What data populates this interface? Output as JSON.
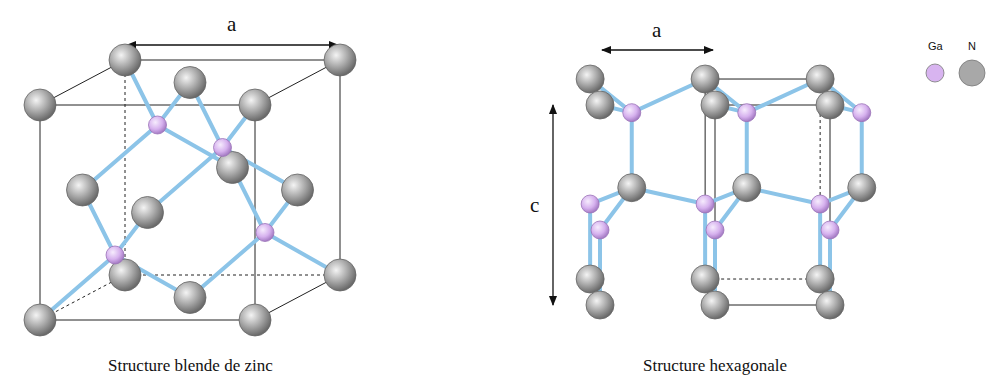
{
  "diagram": {
    "labels": [
      "a",
      "a",
      "c",
      "Structure blende de zinc",
      "Structure hexagonale"
    ],
    "legend": [
      {
        "text": "Ga",
        "color": "#d8b4f0"
      },
      {
        "text": "N",
        "color": "#a8a8a8"
      }
    ]
  }
}
